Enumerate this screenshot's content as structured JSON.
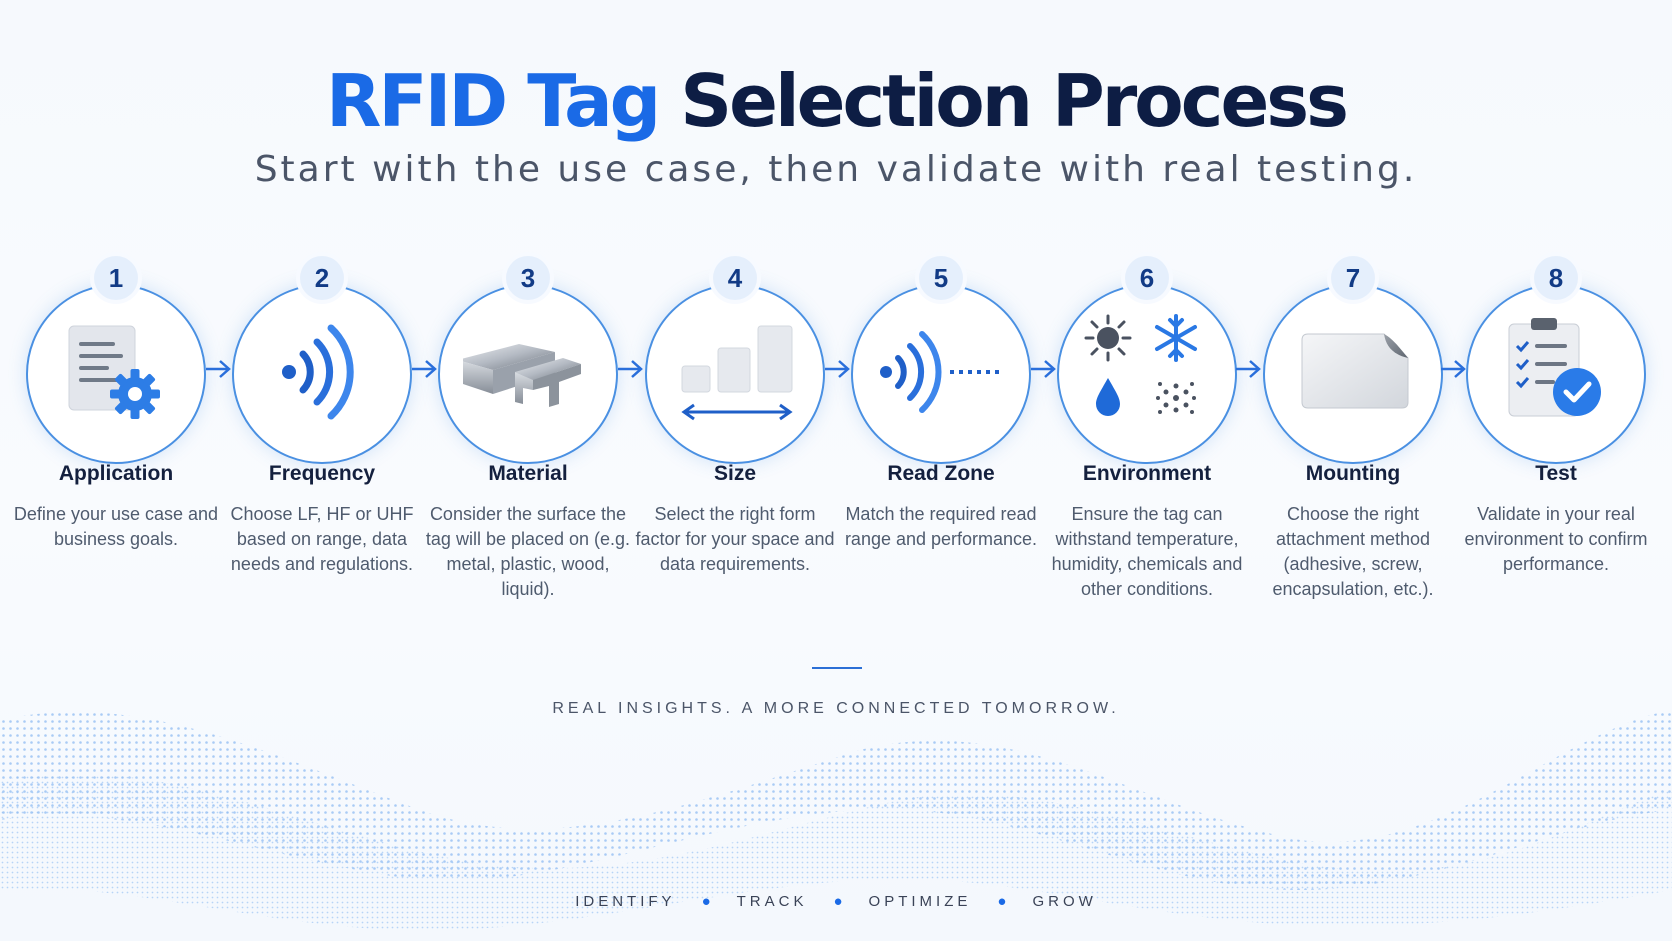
{
  "header": {
    "title_part1": "RFID Tag",
    "title_part2": "Selection Process",
    "subtitle": "Start with the use case, then validate with real testing."
  },
  "steps": [
    {
      "number": "1",
      "title": "Application",
      "description": "Define your use case and business goals.",
      "icon": "document-gear-icon"
    },
    {
      "number": "2",
      "title": "Frequency",
      "description": "Choose LF, HF or UHF based on range, data needs and regulations.",
      "icon": "radio-waves-icon"
    },
    {
      "number": "3",
      "title": "Material",
      "description": "Consider the surface the tag will be placed on (e.g. metal, plastic, wood, liquid).",
      "icon": "metal-beams-icon"
    },
    {
      "number": "4",
      "title": "Size",
      "description": "Select the right form factor for your space and data requirements.",
      "icon": "size-blocks-icon"
    },
    {
      "number": "5",
      "title": "Read Zone",
      "description": "Match the required read range and performance.",
      "icon": "read-range-icon"
    },
    {
      "number": "6",
      "title": "Environment",
      "description": "Ensure the tag can withstand temperature, humidity, chemicals and other conditions.",
      "icon": "weather-conditions-icon"
    },
    {
      "number": "7",
      "title": "Mounting",
      "description": "Choose the right attachment method (adhesive, screw, encapsulation, etc.).",
      "icon": "adhesive-label-icon"
    },
    {
      "number": "8",
      "title": "Test",
      "description": "Validate in your real environment to confirm performance.",
      "icon": "checklist-clipboard-icon"
    }
  ],
  "tagline": "REAL INSIGHTS. A MORE CONNECTED TOMORROW.",
  "footer": [
    "IDENTIFY",
    "TRACK",
    "OPTIMIZE",
    "GROW"
  ],
  "colors": {
    "accent": "#1a6ae6",
    "navy": "#0d1d44",
    "ring": "#4a90e2"
  }
}
